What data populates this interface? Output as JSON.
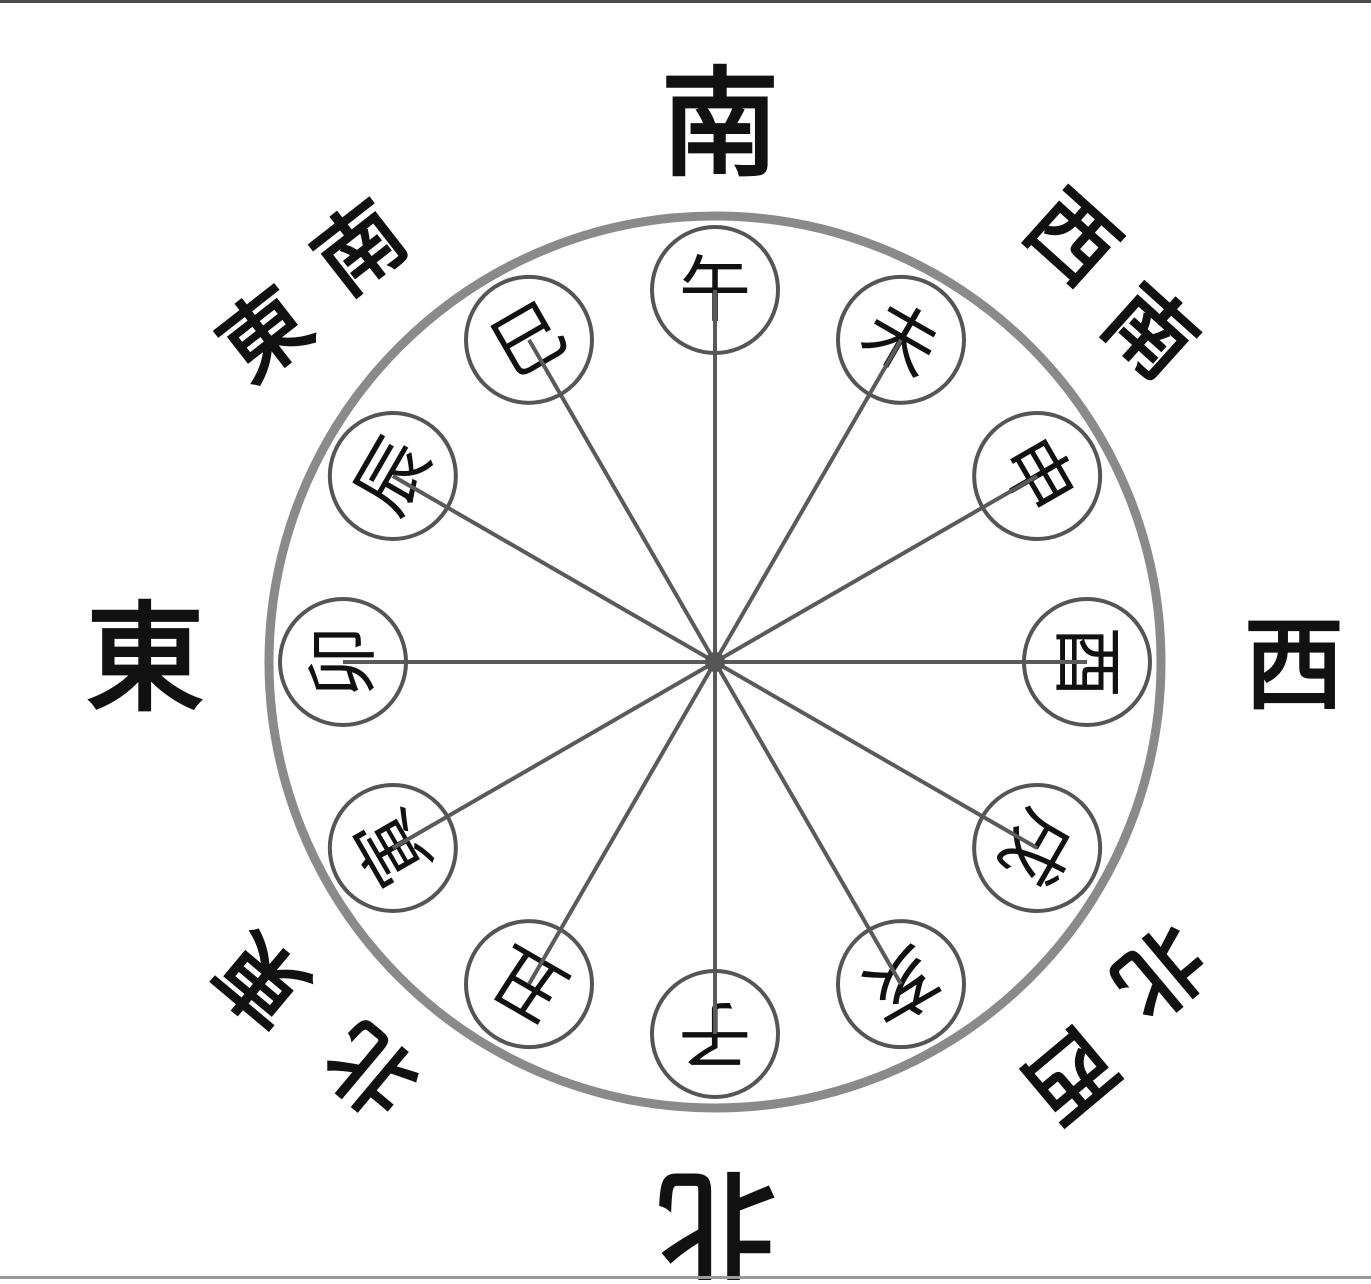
{
  "diagram": {
    "outer_ring_color": "#8a8a8a",
    "spoke_color": "#5a5a5a",
    "ink_color": "#111111",
    "hub_color": "#555555"
  },
  "directions": {
    "south": "南",
    "north": "北",
    "east": "東",
    "west": "西",
    "southeast": [
      "東",
      "南"
    ],
    "southwest": [
      "西",
      "南"
    ],
    "northeast": [
      "東",
      "北"
    ],
    "northwest": [
      "西",
      "北"
    ]
  },
  "branches": [
    {
      "id": "wu",
      "char": "午"
    },
    {
      "id": "wei",
      "char": "未"
    },
    {
      "id": "shen",
      "char": "申"
    },
    {
      "id": "you",
      "char": "酉"
    },
    {
      "id": "xu",
      "char": "戌"
    },
    {
      "id": "hai",
      "char": "亥"
    },
    {
      "id": "zi",
      "char": "子"
    },
    {
      "id": "chou",
      "char": "丑"
    },
    {
      "id": "yin",
      "char": "寅"
    },
    {
      "id": "mao",
      "char": "卯"
    },
    {
      "id": "chen",
      "char": "辰"
    },
    {
      "id": "si",
      "char": "巳"
    }
  ]
}
